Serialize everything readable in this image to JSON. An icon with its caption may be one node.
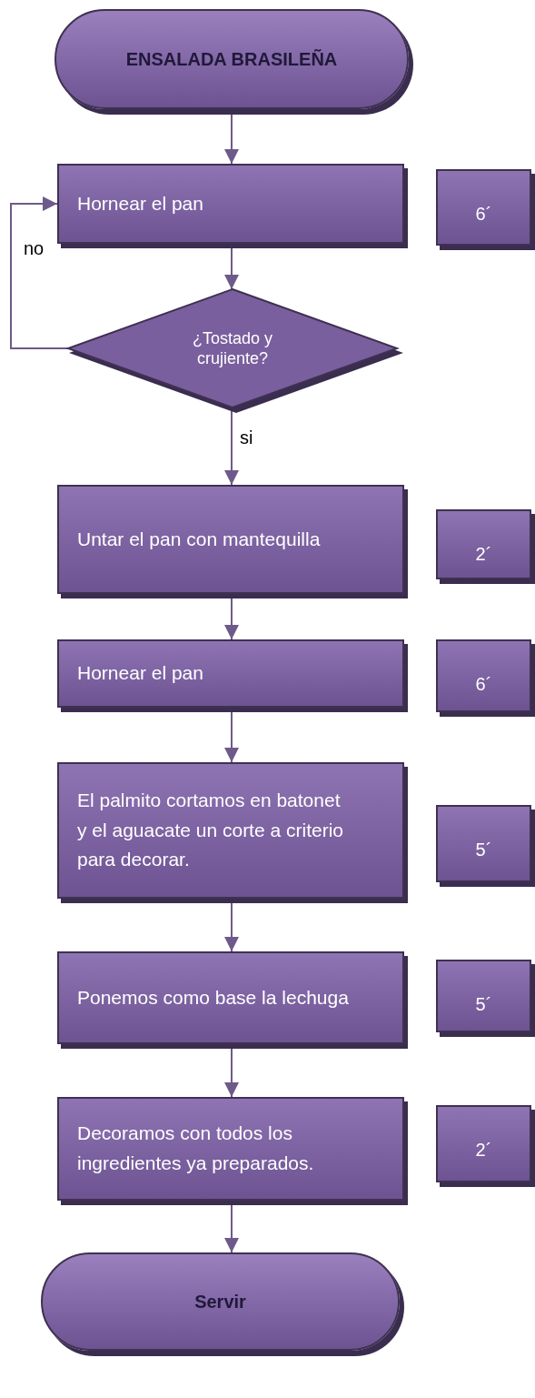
{
  "diagram": {
    "nodes": [
      {
        "text": [
          "ENSALADA BRASILEÑA"
        ]
      },
      {
        "text": [
          "Hornear el pan"
        ]
      },
      {
        "text": [
          "6´"
        ]
      },
      {
        "text": [
          "¿Tostado y crujiente?"
        ]
      },
      {
        "text": [
          "Untar el pan con mantequilla"
        ]
      },
      {
        "text": [
          "2´"
        ]
      },
      {
        "text": [
          "Hornear el pan"
        ]
      },
      {
        "text": [
          "6´"
        ]
      },
      {
        "text": [
          "El palmito cortamos en batonet y el aguacate un corte a criterio para decorar."
        ]
      },
      {
        "text": [
          "5´"
        ]
      },
      {
        "text": [
          "Ponemos como base la lechuga"
        ]
      },
      {
        "text": [
          "5´"
        ]
      },
      {
        "text": [
          "Decoramos con todos los ingredientes ya preparados."
        ]
      },
      {
        "text": [
          "2´"
        ]
      },
      {
        "text": [
          "Servir"
        ]
      }
    ],
    "edges": [
      {
        "from": 0,
        "to": 1,
        "arrow": "to"
      },
      {
        "from": 1,
        "to": 3,
        "arrow": "to"
      },
      {
        "from": 3,
        "to": 1,
        "arrow": "to",
        "label": "no"
      },
      {
        "from": 3,
        "to": 4,
        "arrow": "to",
        "label": "si"
      },
      {
        "from": 4,
        "to": 6,
        "arrow": "to"
      },
      {
        "from": 6,
        "to": 8,
        "arrow": "to"
      },
      {
        "from": 8,
        "to": 10,
        "arrow": "to"
      },
      {
        "from": 10,
        "to": 12,
        "arrow": "to"
      },
      {
        "from": 12,
        "to": 14,
        "arrow": "to"
      }
    ]
  }
}
